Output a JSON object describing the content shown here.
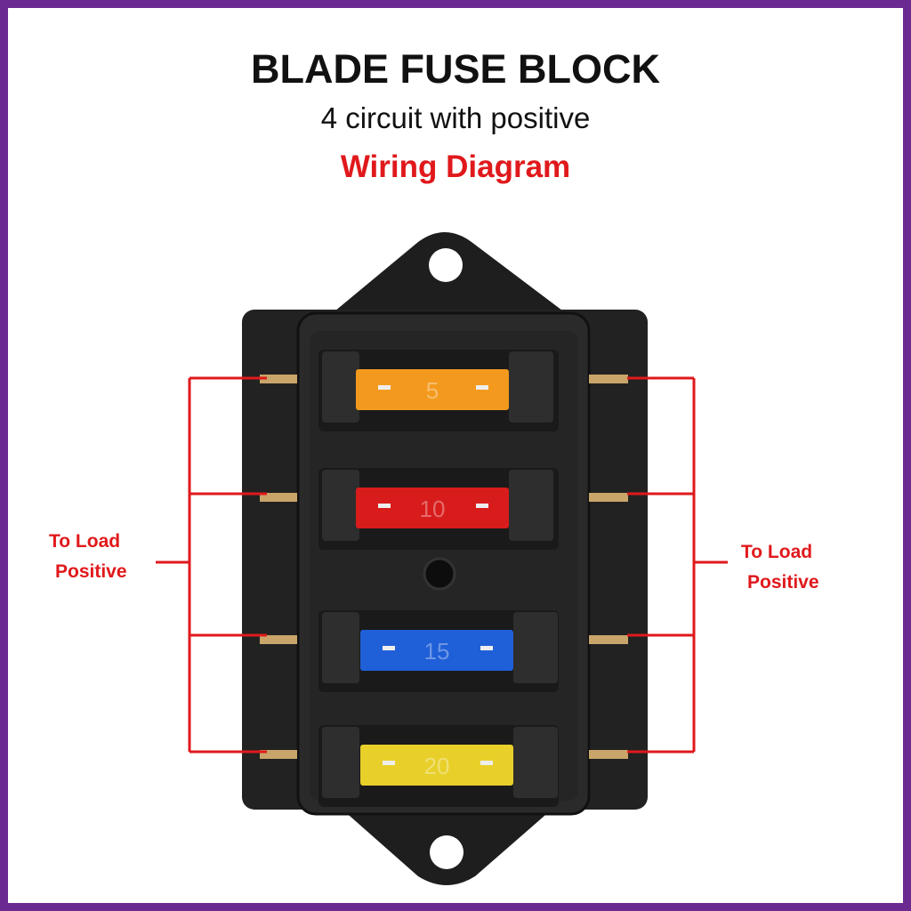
{
  "header": {
    "title": "BLADE FUSE BLOCK",
    "subtitle": "4 circuit with positive",
    "heading": "Wiring Diagram"
  },
  "labels": {
    "left": {
      "line1": "To Load",
      "line2": "Positive"
    },
    "right": {
      "line1": "To Load",
      "line2": "Positive"
    }
  },
  "fuses": [
    {
      "rating": "5",
      "color": "#f39a1e"
    },
    {
      "rating": "10",
      "color": "#d81c1c"
    },
    {
      "rating": "15",
      "color": "#1f5fd8"
    },
    {
      "rating": "20",
      "color": "#e8cf2a"
    }
  ],
  "colors": {
    "border": "#6b2a90",
    "wire": "#e0191c",
    "housing": "#1c1c1c"
  }
}
